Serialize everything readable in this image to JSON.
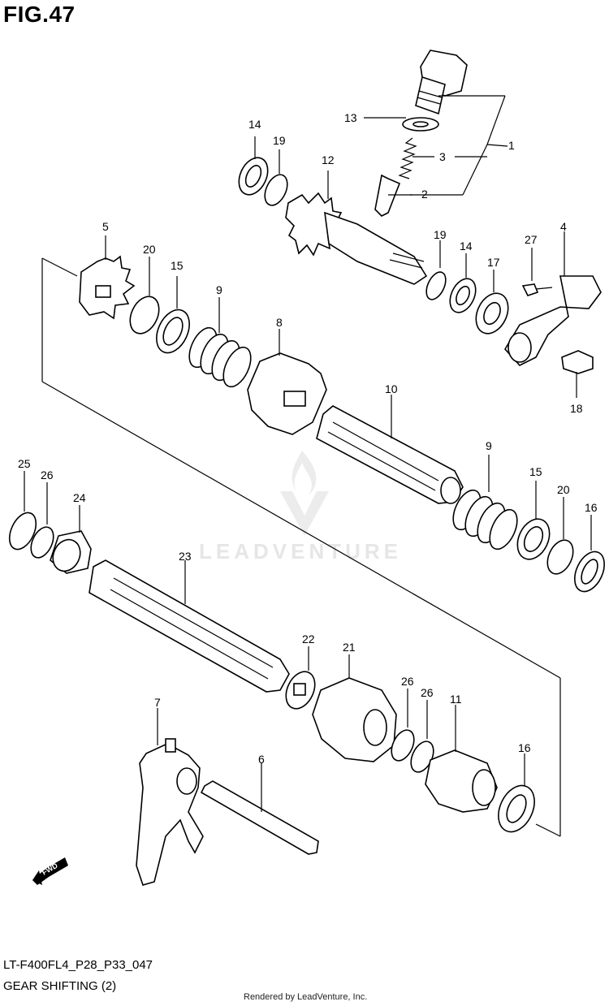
{
  "figure": {
    "title": "FIG.47"
  },
  "footer": {
    "code": "LT-F400FL4_P28_P33_047",
    "name": "GEAR SHIFTING (2)",
    "rendered_by": "Rendered by LeadVenture, Inc."
  },
  "watermark": {
    "text": "LEADVENTURE"
  },
  "direction_badge": {
    "label": "FWD"
  },
  "callouts": [
    {
      "id": "c1",
      "label": "1"
    },
    {
      "id": "c2",
      "label": "2"
    },
    {
      "id": "c3",
      "label": "3"
    },
    {
      "id": "c4",
      "label": "4"
    },
    {
      "id": "c5",
      "label": "5"
    },
    {
      "id": "c6",
      "label": "6"
    },
    {
      "id": "c7",
      "label": "7"
    },
    {
      "id": "c8",
      "label": "8"
    },
    {
      "id": "c9a",
      "label": "9"
    },
    {
      "id": "c9b",
      "label": "9"
    },
    {
      "id": "c10",
      "label": "10"
    },
    {
      "id": "c11",
      "label": "11"
    },
    {
      "id": "c12",
      "label": "12"
    },
    {
      "id": "c13",
      "label": "13"
    },
    {
      "id": "c14a",
      "label": "14"
    },
    {
      "id": "c14b",
      "label": "14"
    },
    {
      "id": "c15a",
      "label": "15"
    },
    {
      "id": "c15b",
      "label": "15"
    },
    {
      "id": "c16a",
      "label": "16"
    },
    {
      "id": "c16b",
      "label": "16"
    },
    {
      "id": "c17",
      "label": "17"
    },
    {
      "id": "c18",
      "label": "18"
    },
    {
      "id": "c19a",
      "label": "19"
    },
    {
      "id": "c19b",
      "label": "19"
    },
    {
      "id": "c20a",
      "label": "20"
    },
    {
      "id": "c20b",
      "label": "20"
    },
    {
      "id": "c21",
      "label": "21"
    },
    {
      "id": "c22",
      "label": "22"
    },
    {
      "id": "c23",
      "label": "23"
    },
    {
      "id": "c24",
      "label": "24"
    },
    {
      "id": "c25",
      "label": "25"
    },
    {
      "id": "c26a",
      "label": "26"
    },
    {
      "id": "c26b",
      "label": "26"
    },
    {
      "id": "c26c",
      "label": "26"
    },
    {
      "id": "c27",
      "label": "27"
    }
  ]
}
